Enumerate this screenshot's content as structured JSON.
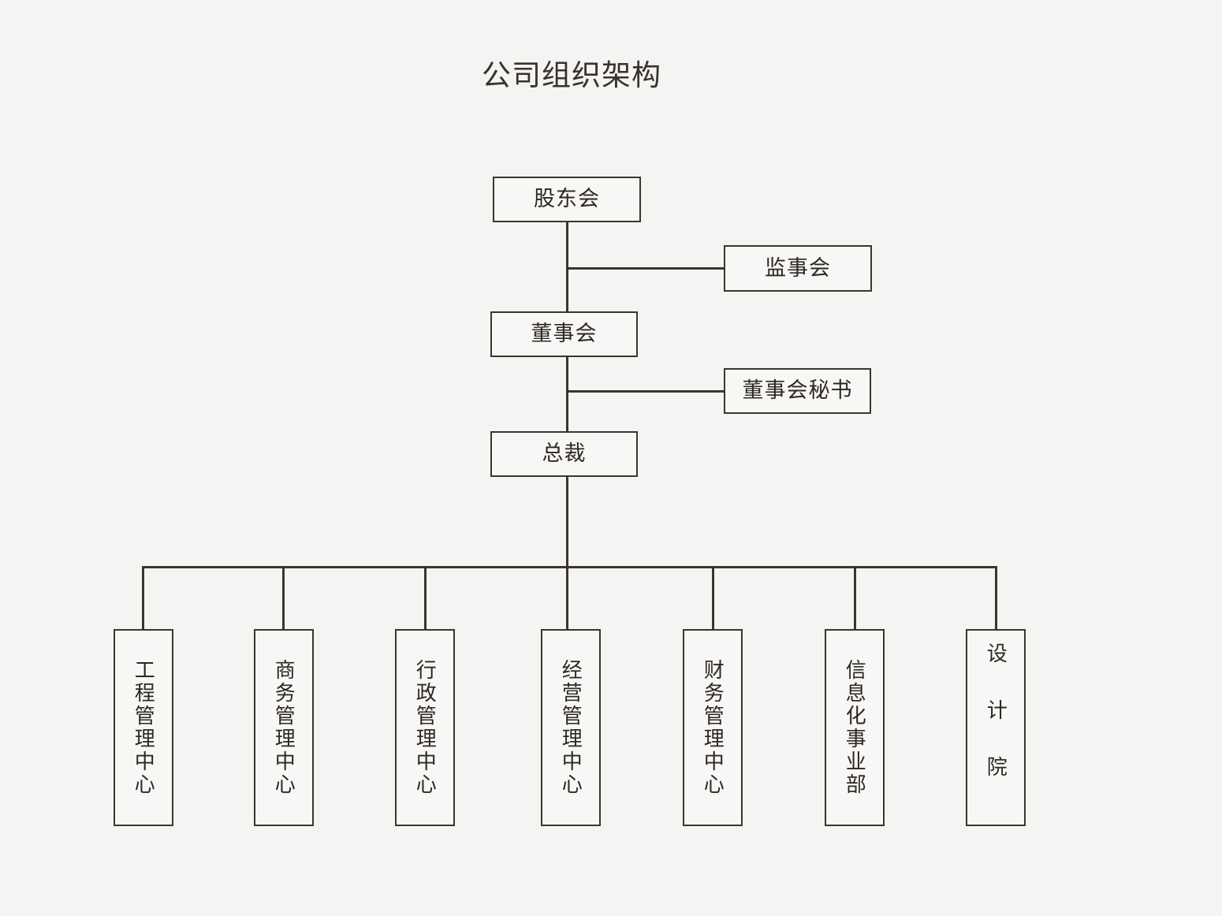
{
  "page": {
    "title": "公司组织架构",
    "background_color": "#f4f4f3",
    "line_color": "#3d342f",
    "text_color": "#2e2724"
  },
  "chart_data": {
    "type": "diagram",
    "diagram_kind": "organization-chart",
    "title": "公司组织架构",
    "orientation": "top-down",
    "nodes": [
      {
        "id": "shareholders",
        "label": "股东会",
        "level": 0,
        "text_orientation": "horizontal"
      },
      {
        "id": "supervisors",
        "label": "监事会",
        "level": 1,
        "text_orientation": "horizontal",
        "attachment": "side-branch"
      },
      {
        "id": "board",
        "label": "董事会",
        "level": 1,
        "text_orientation": "horizontal"
      },
      {
        "id": "board-secretary",
        "label": "董事会秘书",
        "level": 2,
        "text_orientation": "horizontal",
        "attachment": "side-branch"
      },
      {
        "id": "president",
        "label": "总裁",
        "level": 2,
        "text_orientation": "horizontal"
      },
      {
        "id": "engineering-center",
        "label": "工程管理中心",
        "level": 3,
        "text_orientation": "vertical"
      },
      {
        "id": "business-center",
        "label": "商务管理中心",
        "level": 3,
        "text_orientation": "vertical"
      },
      {
        "id": "administration-center",
        "label": "行政管理中心",
        "level": 3,
        "text_orientation": "vertical"
      },
      {
        "id": "operations-center",
        "label": "经营管理中心",
        "level": 3,
        "text_orientation": "vertical"
      },
      {
        "id": "finance-center",
        "label": "财务管理中心",
        "level": 3,
        "text_orientation": "vertical"
      },
      {
        "id": "it-division",
        "label": "信息化事业部",
        "level": 3,
        "text_orientation": "vertical"
      },
      {
        "id": "design-institute",
        "label": "设计院",
        "level": 3,
        "text_orientation": "vertical",
        "letter_spacing": "wide"
      }
    ],
    "edges": [
      {
        "from": "shareholders",
        "to": "board"
      },
      {
        "from": "shareholders",
        "to": "supervisors",
        "style": "side-branch"
      },
      {
        "from": "board",
        "to": "president"
      },
      {
        "from": "board",
        "to": "board-secretary",
        "style": "side-branch"
      },
      {
        "from": "president",
        "to": "engineering-center"
      },
      {
        "from": "president",
        "to": "business-center"
      },
      {
        "from": "president",
        "to": "administration-center"
      },
      {
        "from": "president",
        "to": "operations-center"
      },
      {
        "from": "president",
        "to": "finance-center"
      },
      {
        "from": "president",
        "to": "it-division"
      },
      {
        "from": "president",
        "to": "design-institute"
      }
    ]
  },
  "nodes": {
    "shareholders": "股东会",
    "supervisors": "监事会",
    "board": "董事会",
    "board_secretary": "董事会秘书",
    "president": "总裁",
    "departments": [
      "工程管理中心",
      "商务管理中心",
      "行政管理中心",
      "经营管理中心",
      "财务管理中心",
      "信息化事业部",
      "设计院"
    ]
  }
}
